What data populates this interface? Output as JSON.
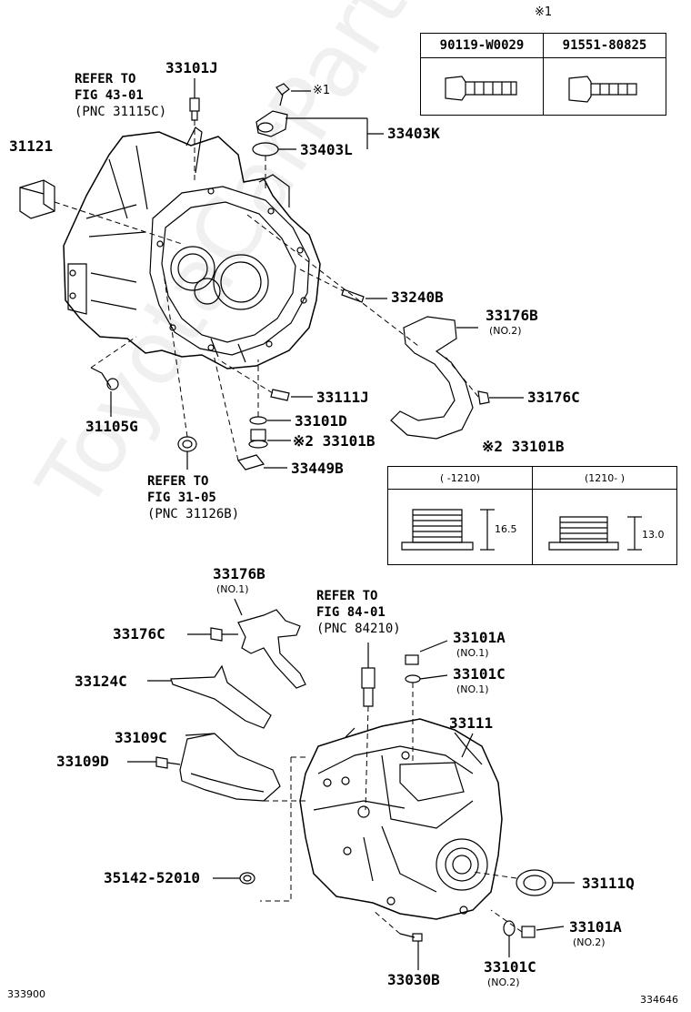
{
  "diagram": {
    "watermark": "ToyotaCarParts.ru",
    "corner_left": "333900",
    "corner_right": "334646",
    "bolt_table": {
      "note_mark": "※1",
      "columns": [
        "90119-W0029",
        "91551-80825"
      ]
    },
    "plug_table": {
      "title": "※2 33101B",
      "columns": [
        "(      -1210)",
        "(1210-      )"
      ],
      "dim_a": "16.5",
      "dim_b": "13.0"
    },
    "refs": {
      "r1": [
        "REFER TO",
        "FIG 43-01",
        "(PNC 31115C)"
      ],
      "r2": [
        "REFER TO",
        "FIG 31-05",
        "(PNC 31126B)"
      ],
      "r3": [
        "REFER TO",
        "FIG 84-01",
        "(PNC 84210)"
      ]
    },
    "parts": {
      "p33101J": "33101J",
      "mark1": "※1",
      "p33403K": "33403K",
      "p33403L": "33403L",
      "p31121": "31121",
      "p33240B": "33240B",
      "p33176B_2": "33176B",
      "p33176B_2_sub": "(NO.2)",
      "p33176C_a": "33176C",
      "p33111J": "33111J",
      "p33101D": "33101D",
      "p33101B": "※2 33101B",
      "p33449B": "33449B",
      "p31105G": "31105G",
      "p33176B_1": "33176B",
      "p33176B_1_sub": "(NO.1)",
      "p33176C_b": "33176C",
      "p33124C": "33124C",
      "p33109C": "33109C",
      "p33109D": "33109D",
      "p33101A_1": "33101A",
      "p33101A_1_sub": "(NO.1)",
      "p33101C_1": "33101C",
      "p33101C_1_sub": "(NO.1)",
      "p33111": "33111",
      "p35142": "35142-52010",
      "p33111Q": "33111Q",
      "p33101A_2": "33101A",
      "p33101A_2_sub": "(NO.2)",
      "p33030B": "33030B",
      "p33101C_2": "33101C",
      "p33101C_2_sub": "(NO.2)"
    }
  }
}
